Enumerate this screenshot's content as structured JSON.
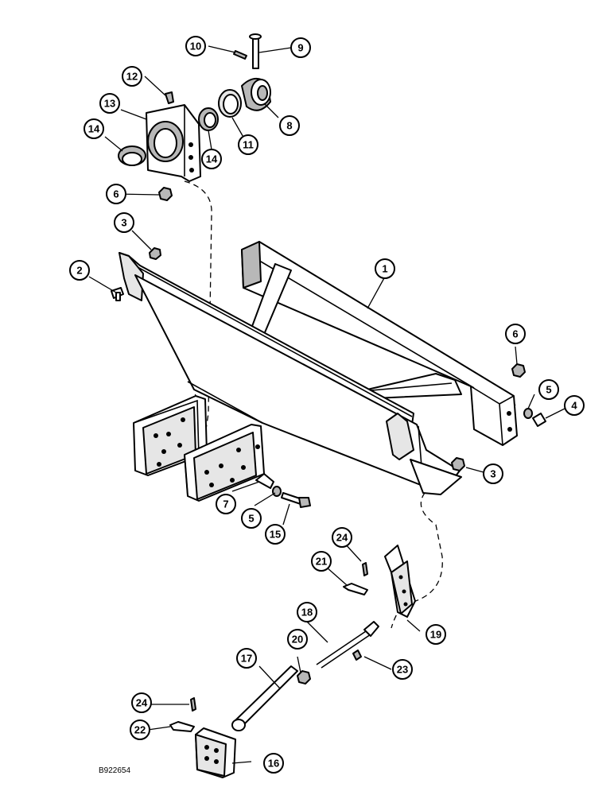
{
  "figure_id": "B922654",
  "callouts": [
    {
      "key": "c1",
      "number": "1"
    },
    {
      "key": "c2",
      "number": "2"
    },
    {
      "key": "c3a",
      "number": "3"
    },
    {
      "key": "c3b",
      "number": "3"
    },
    {
      "key": "c4",
      "number": "4"
    },
    {
      "key": "c5a",
      "number": "5"
    },
    {
      "key": "c5b",
      "number": "5"
    },
    {
      "key": "c6a",
      "number": "6"
    },
    {
      "key": "c6b",
      "number": "6"
    },
    {
      "key": "c7",
      "number": "7"
    },
    {
      "key": "c8",
      "number": "8"
    },
    {
      "key": "c9",
      "number": "9"
    },
    {
      "key": "c10",
      "number": "10"
    },
    {
      "key": "c11",
      "number": "11"
    },
    {
      "key": "c12",
      "number": "12"
    },
    {
      "key": "c13",
      "number": "13"
    },
    {
      "key": "c14a",
      "number": "14"
    },
    {
      "key": "c14b",
      "number": "14"
    },
    {
      "key": "c15",
      "number": "15"
    },
    {
      "key": "c16",
      "number": "16"
    },
    {
      "key": "c17",
      "number": "17"
    },
    {
      "key": "c18",
      "number": "18"
    },
    {
      "key": "c19",
      "number": "19"
    },
    {
      "key": "c20",
      "number": "20"
    },
    {
      "key": "c21",
      "number": "21"
    },
    {
      "key": "c22",
      "number": "22"
    },
    {
      "key": "c23",
      "number": "23"
    },
    {
      "key": "c24a",
      "number": "24"
    },
    {
      "key": "c24b",
      "number": "24"
    }
  ]
}
